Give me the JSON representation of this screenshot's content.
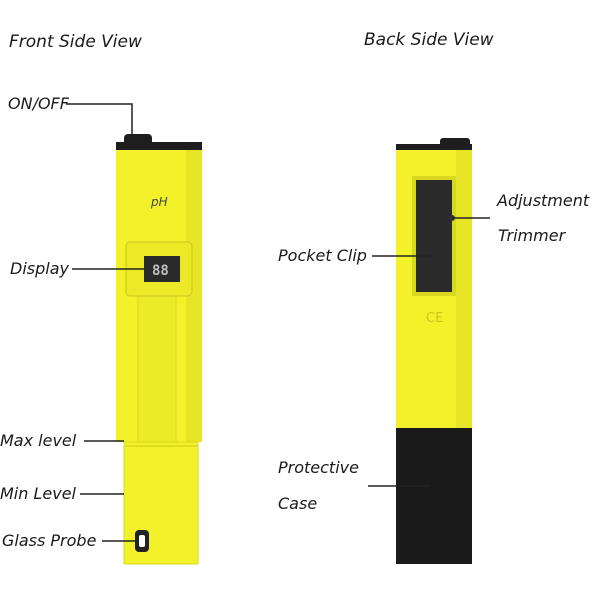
{
  "headings": {
    "front": "Front Side View",
    "back": "Back Side View"
  },
  "front_labels": {
    "onoff": "ON/OFF",
    "display": "Display",
    "max_level": "Max level",
    "min_level": "Min Level",
    "glass_probe": "Glass Probe"
  },
  "back_labels": {
    "pocket_clip": "Pocket Clip",
    "adjustment_line1": "Adjustment",
    "adjustment_line2": "Trimmer",
    "protective_line1": "Protective",
    "protective_line2": "Case"
  },
  "device": {
    "ph_marking": "pH",
    "lcd_reading": "88",
    "back_marking": "CE"
  },
  "colors": {
    "body_yellow": "#f3f22a",
    "body_shade": "#d9d820",
    "cap_black": "#1e1e1e",
    "lcd_bg": "#2a2a2a",
    "leader_line": "#222222"
  }
}
